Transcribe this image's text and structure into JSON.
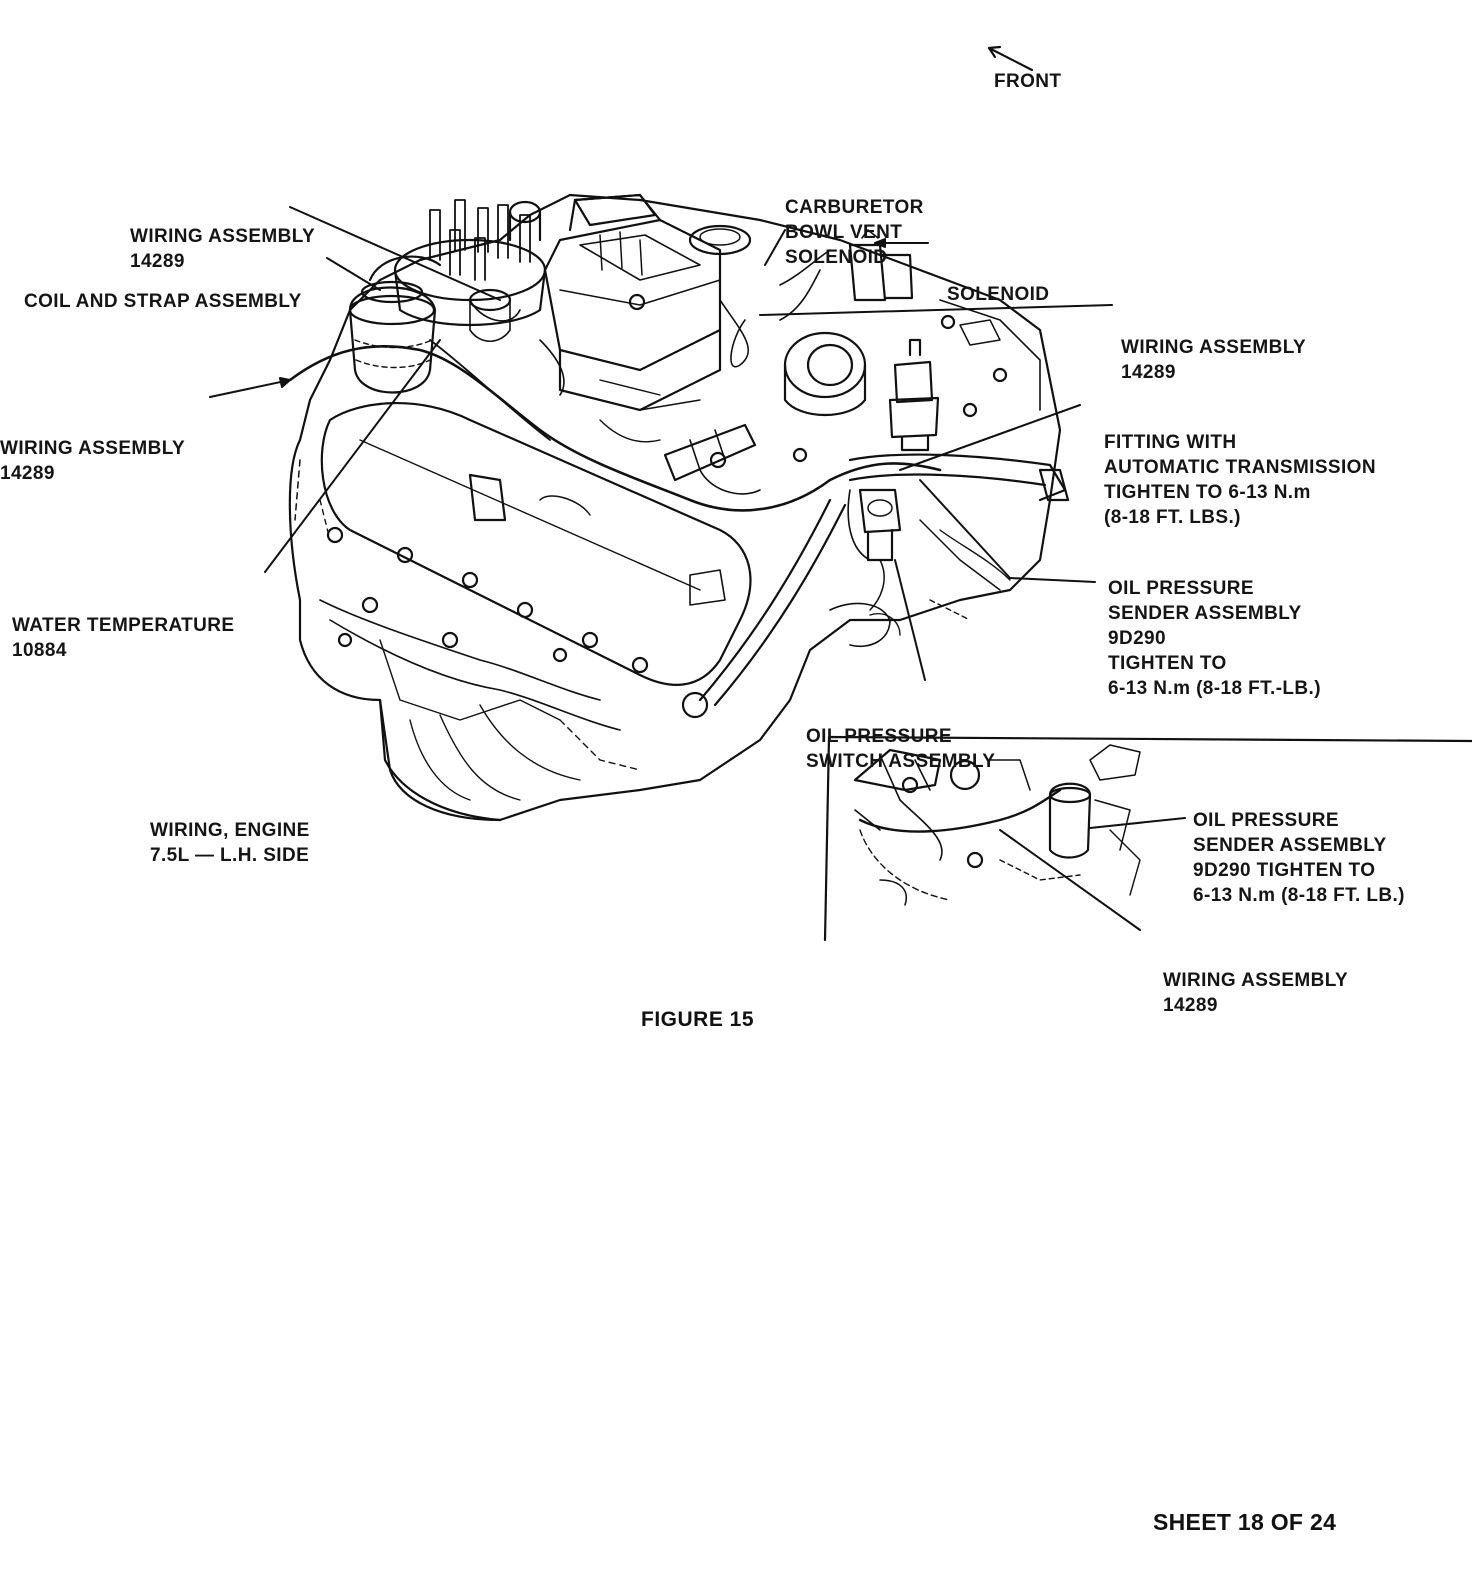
{
  "orientation": {
    "label": "FRONT"
  },
  "callouts": {
    "carburetor_vent": [
      "CARBURETOR",
      "BOWL VENT",
      "SOLENOID"
    ],
    "wiring_top_left": [
      "WIRING ASSEMBLY",
      "14289"
    ],
    "coil_strap": [
      "COIL AND STRAP ASSEMBLY"
    ],
    "solenoid": [
      "SOLENOID"
    ],
    "wiring_right": [
      "WIRING ASSEMBLY",
      "14289"
    ],
    "wiring_left": [
      "WIRING ASSEMBLY",
      "14289"
    ],
    "fitting": [
      "FITTING WITH",
      "AUTOMATIC TRANSMISSION",
      "TIGHTEN TO 6-13 N.m",
      "(8-18 FT. LBS.)"
    ],
    "oil_sender_main": [
      "OIL PRESSURE",
      "SENDER ASSEMBLY",
      "9D290",
      "TIGHTEN TO",
      "6-13 N.m (8-18 FT.-LB.)"
    ],
    "water_temp": [
      "WATER TEMPERATURE",
      "10884"
    ],
    "oil_switch": [
      "OIL PRESSURE",
      "SWITCH ASSEMBLY"
    ],
    "engine_wiring": [
      "WIRING, ENGINE",
      "7.5L — L.H. SIDE"
    ],
    "oil_sender_inset": [
      "OIL PRESSURE",
      "SENDER ASSEMBLY",
      "9D290 TIGHTEN TO",
      "6-13 N.m (8-18 FT. LB.)"
    ],
    "wiring_inset": [
      "WIRING ASSEMBLY",
      "14289"
    ]
  },
  "figure_caption": "FIGURE 15",
  "sheet": "SHEET 18 OF 24"
}
